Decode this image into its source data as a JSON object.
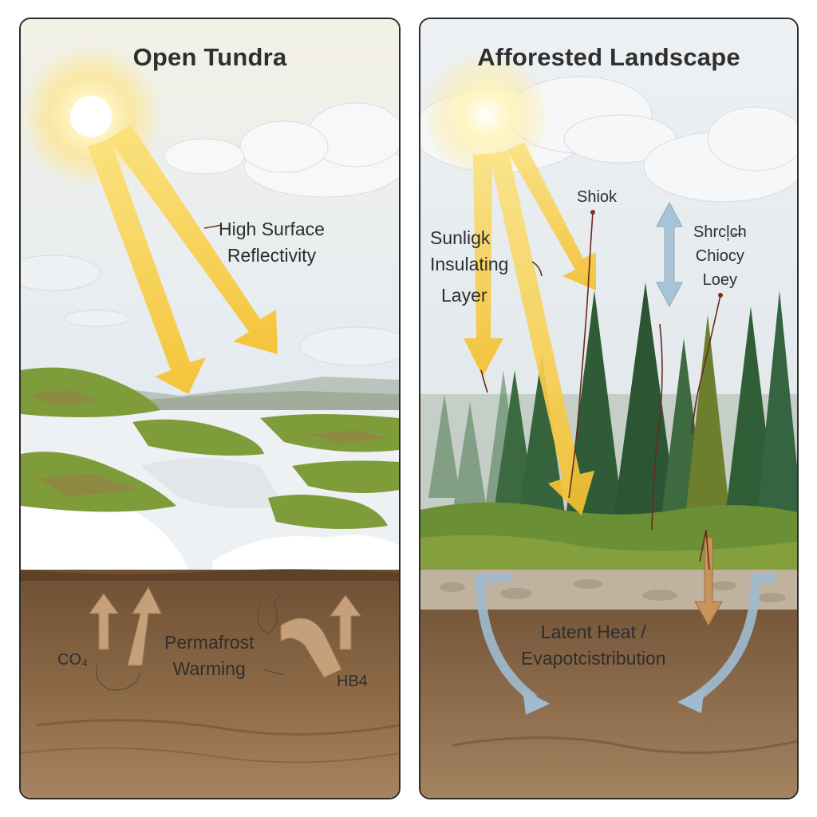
{
  "panels": {
    "left": {
      "title": "Open Tundra",
      "labels": {
        "reflectivity_line1": "High Surface",
        "reflectivity_line2": "Reflectivity",
        "permafrost_line1": "Permafrost",
        "permafrost_line2": "Warming",
        "co2": "CO₄",
        "ch4": "HB4"
      }
    },
    "right": {
      "title": "Afforested Landscape",
      "labels": {
        "sunlight_line1": "Sunligk",
        "sunlight_line2": "Insulating",
        "sunlight_line3": "Layer",
        "shiok": "Shiok",
        "canopy_line1": "Shrcl̦c̶h",
        "canopy_line2": "Chiocy",
        "canopy_line3": "Loey",
        "latent_line1": "Latent Heat /",
        "latent_line2": "Evapotcistribution"
      }
    }
  },
  "colors": {
    "sun_ray": "#f7c93c",
    "sky": "#e6ecf1",
    "snow": "#f4f6f8",
    "moss": "#7a9a3a",
    "soil": "#7a5a3c",
    "forest": "#2f5e3a",
    "circulation_arrow": "#9fbbd0",
    "gas_arrow": "#c9a27c"
  }
}
